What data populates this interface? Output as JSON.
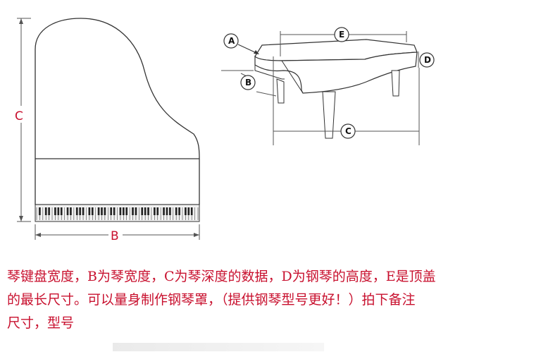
{
  "dimensions": {
    "top_view": {
      "b": "B",
      "c": "C"
    },
    "side_view": {
      "a": "A",
      "b": "B",
      "c": "C",
      "d": "D",
      "e": "E"
    }
  },
  "caption": {
    "line1": "琴键盘宽度，B为琴宽度，C为琴深度的数据，D为钢琴的高度，E是顶盖",
    "line2": "的最长尺寸。可以量身制作钢琴罩，（提供钢琴型号更好！）拍下备注",
    "line3": "尺寸，型号"
  },
  "colors": {
    "label": "#c8102e",
    "line": "#333333",
    "dim": "#555555"
  }
}
